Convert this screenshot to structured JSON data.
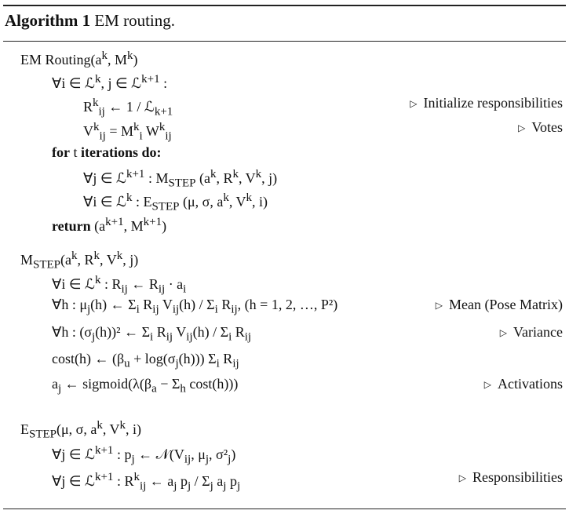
{
  "caption": {
    "label": "Algorithm 1",
    "title": "EM routing."
  },
  "lines": [
    {
      "indent": 0,
      "text": "EM Routing(a^k, M^k)",
      "comment": ""
    },
    {
      "indent": 1,
      "text": "∀i ∈ ℒ^k, j ∈ ℒ^{k+1} :",
      "comment": ""
    },
    {
      "indent": 2,
      "text": "R^k_ij ← 1 / ℒ_{k+1}",
      "comment": "Initialize responsibilities"
    },
    {
      "indent": 2,
      "text": "V^k_ij = M^k_i W^k_ij",
      "comment": "Votes"
    },
    {
      "indent": 1,
      "text": "for t iterations do:",
      "comment": ""
    },
    {
      "indent": 2,
      "text": "∀j ∈ ℒ^{k+1} : M_STEP (a^k, R^k, V^k, j)",
      "comment": ""
    },
    {
      "indent": 2,
      "text": "∀i ∈ ℒ^k : E_STEP (μ, σ, a^k, V^k, i)",
      "comment": ""
    },
    {
      "indent": 1,
      "text": "return (a^{k+1}, M^{k+1})",
      "comment": ""
    },
    {
      "indent": 0,
      "text": "M_STEP(a^k, R^k, V^k, j)",
      "comment": ""
    },
    {
      "indent": 1,
      "text": "∀i ∈ ℒ^k : R_ij ← R_ij · a_i",
      "comment": ""
    },
    {
      "indent": 1,
      "text": "∀h : μ_j(h) ← Σ_i R_ij V_ij(h) / Σ_i R_ij, (h = 1, 2, …, P²)",
      "comment": "Mean (Pose  Matrix)"
    },
    {
      "indent": 1,
      "text": "∀h : (σ_j(h))² ← Σ_i R_ij V_ij(h) / Σ_i R_ij",
      "comment": "Variance"
    },
    {
      "indent": 1,
      "text": "cost(h) ← (β_u + log(σ_j(h))) Σ_i R_ij",
      "comment": ""
    },
    {
      "indent": 1,
      "text": "a_j ← sigmoid(λ(β_a − Σ_h cost(h)))",
      "comment": "Activations"
    },
    {
      "indent": 0,
      "text": "E_STEP(μ, σ, a^k, V^k, i)",
      "comment": ""
    },
    {
      "indent": 1,
      "text": "∀j ∈ ℒ^{k+1} : p_j ← 𝒩(V_ij, μ_j, σ²_j)",
      "comment": ""
    },
    {
      "indent": 1,
      "text": "∀j ∈ ℒ^{k+1} : R^k_ij ← a_j p_j / Σ_j a_j p_j",
      "comment": "Responsibilities"
    }
  ]
}
